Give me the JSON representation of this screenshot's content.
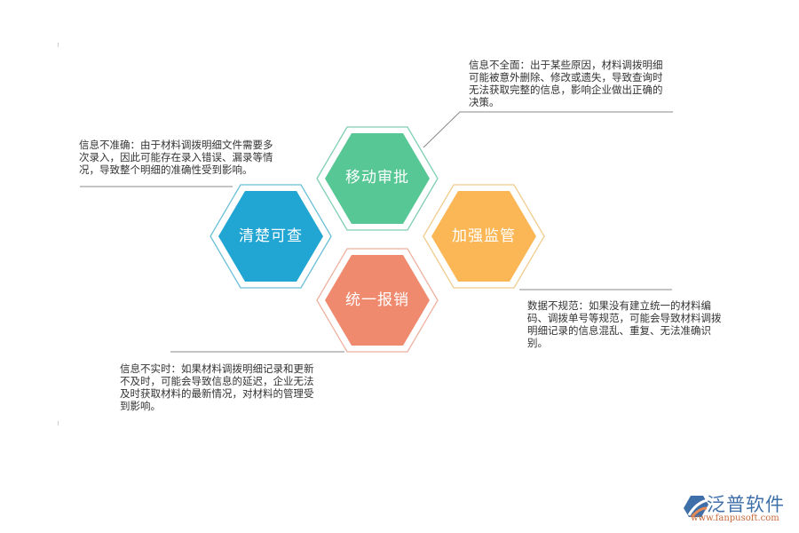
{
  "hexagons": [
    {
      "id": "mobile-approval",
      "label": "移动审批",
      "color": "#57c795",
      "border": "#7fcfb0"
    },
    {
      "id": "clear-traceable",
      "label": "清楚可查",
      "color": "#21a6d3",
      "border": "#6bbfd9"
    },
    {
      "id": "strengthen-supervision",
      "label": "加强监管",
      "color": "#fbb756",
      "border": "#f0cc8e"
    },
    {
      "id": "unified-reimbursement",
      "label": "统一报销",
      "color": "#f08a6e",
      "border": "#efb19f"
    }
  ],
  "notes": {
    "incomplete": "信息不全面：出于某些原因，材料调拨明细可能被意外删除、修改或遗失，导致查询时无法获取完整的信息，影响企业做出正确的决策。",
    "inaccurate": "信息不准确：由于材料调拨明细文件需要多次录入，因此可能存在录入错误、漏录等情况，导致整个明细的准确性受到影响。",
    "nonstandard": "数据不规范：如果没有建立统一的材料编码、调拨单号等规范，可能会导致材料调拨明细记录的信息混乱、重复、无法准确识别。",
    "untimely": "信息不实时：如果材料调拨明细记录和更新不及时，可能会导致信息的延迟，企业无法及时获取材料的最新情况，对材料的管理受到影响。"
  },
  "logo": {
    "name": "泛普软件",
    "url": "www.fanpusoft.com",
    "colors": {
      "primary": "#3f6fa8",
      "accent": "#c8693a"
    }
  }
}
